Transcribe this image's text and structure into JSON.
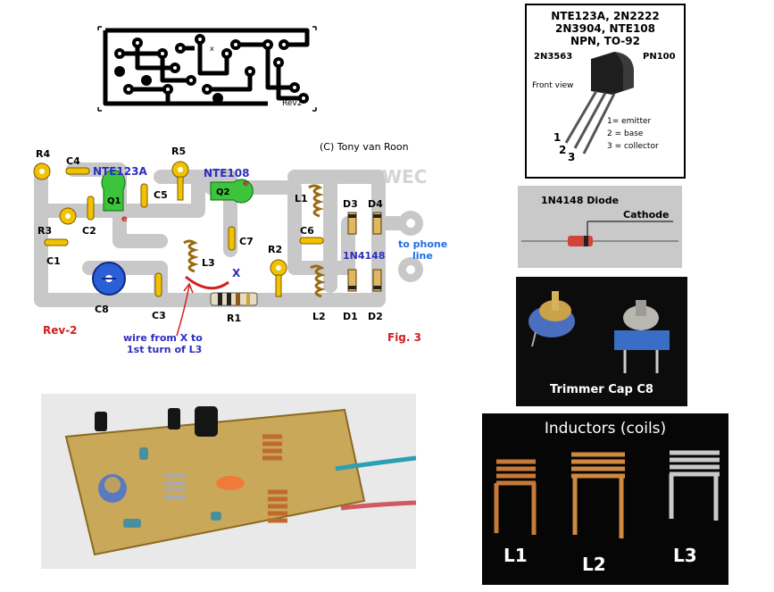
{
  "pcb_artwork": {
    "rev_label": "Rev2",
    "x_mark": "x"
  },
  "schematic": {
    "copyright": "(C) Tony van Roon",
    "wec": "WEC",
    "rev": "Rev-2",
    "fig": "Fig. 3",
    "to_phone": "to phone",
    "to_phone_line": "line",
    "wire_note_1": "wire from X to",
    "wire_note_2": "1st turn of L3",
    "x_mark": "X",
    "labels": {
      "r1": "R1",
      "r2": "R2",
      "r3": "R3",
      "r4": "R4",
      "r5": "R5",
      "c1": "C1",
      "c2": "C2",
      "c3": "C3",
      "c4": "C4",
      "c5": "C5",
      "c6": "C6",
      "c7": "C7",
      "c8": "C8",
      "l1": "L1",
      "l2": "L2",
      "l3": "L3",
      "d1": "D1",
      "d2": "D2",
      "d3": "D3",
      "d4": "D4",
      "q1": "Q1",
      "q2": "Q2",
      "nte123a": "NTE123A",
      "nte108": "NTE108",
      "diode_type": "1N4148",
      "e1": "e",
      "e2": "e"
    }
  },
  "transistor_card": {
    "line1": "NTE123A, 2N2222",
    "line2": "2N3904, NTE108",
    "line3": "NPN, TO-92",
    "left_type": "2N3563",
    "right_type": "PN100",
    "front_view": "Front view",
    "pin1": "1= emitter",
    "pin2": "2 = base",
    "pin3": "3 = collector",
    "n1": "1",
    "n2": "2",
    "n3": "3"
  },
  "diode_photo": {
    "title": "1N4148 Diode",
    "cathode": "Cathode"
  },
  "trimmer_photo": {
    "caption": "Trimmer Cap C8"
  },
  "inductor_photo": {
    "title": "Inductors (coils)",
    "l1": "L1",
    "l2": "L2",
    "l3": "L3"
  },
  "colors": {
    "nte_blue": "#2d2dc0",
    "rev_red": "#d02020",
    "pcb_gray": "#c8c8c8",
    "component_yellow": "#f2c200"
  }
}
